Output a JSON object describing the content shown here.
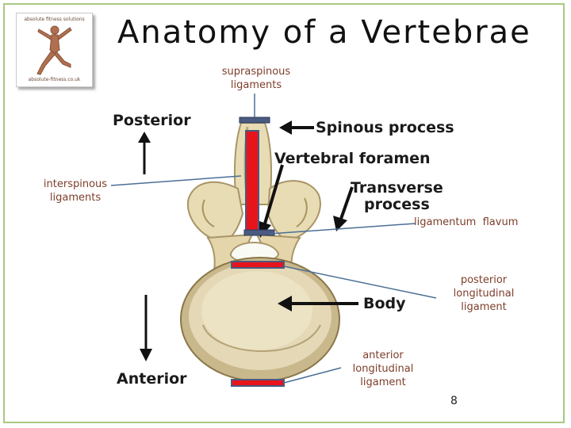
{
  "title": "Anatomy of a Vertebrae",
  "logo": {
    "top_text": "absolute fitness solutions",
    "bottom_text": "absolute-fitness.co.uk"
  },
  "labels": {
    "supraspinous": [
      "supraspinous",
      "ligaments"
    ],
    "interspinous": [
      "interspinous",
      "ligaments"
    ],
    "ligamentum_flavum": "ligamentum  flavum",
    "posterior_longitudinal": [
      "posterior",
      "longitudinal",
      "ligament"
    ],
    "anterior_longitudinal": [
      "anterior",
      "longitudinal",
      "ligament"
    ]
  },
  "image_labels": {
    "posterior": "Posterior",
    "anterior": "Anterior",
    "spinous_process": "Spinous process",
    "vertebral_foramen": "Vertebral foramen",
    "transverse_process": [
      "Transverse",
      "process"
    ],
    "body": "Body"
  },
  "page_number": "8",
  "colors": {
    "label_text": "#7d3e2a",
    "leader_line": "#4a6f96",
    "ligament_red": "#e8141c",
    "ligament_cap": "#4a5a80",
    "bone": "#e8dcb4",
    "bone_shadow": "#b9a77c",
    "frame": "#a8c882"
  }
}
